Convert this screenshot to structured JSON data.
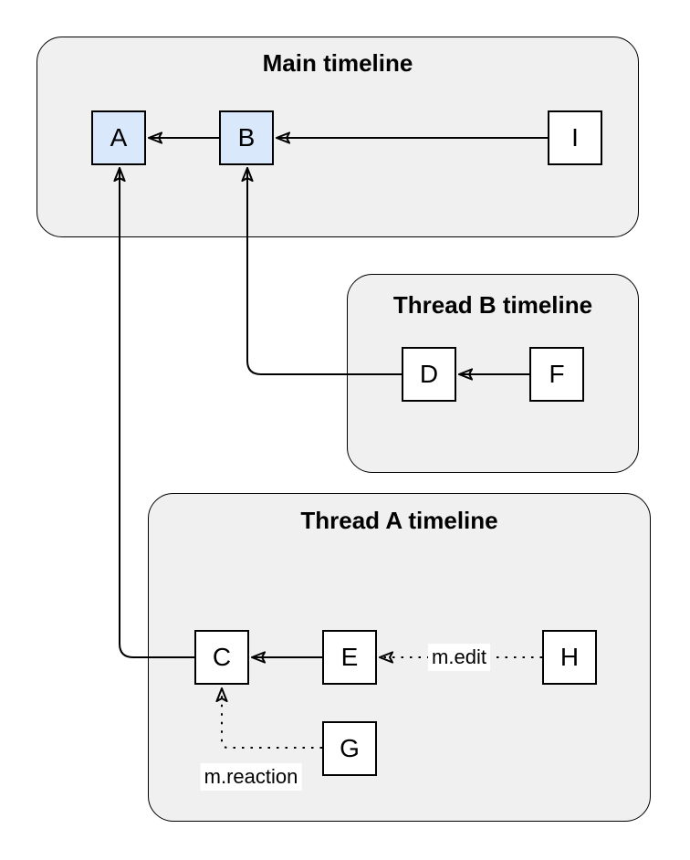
{
  "containers": {
    "main": {
      "title": "Main timeline"
    },
    "thread_b": {
      "title": "Thread B timeline"
    },
    "thread_a": {
      "title": "Thread A timeline"
    }
  },
  "nodes": {
    "A": {
      "label": "A"
    },
    "B": {
      "label": "B"
    },
    "I": {
      "label": "I"
    },
    "D": {
      "label": "D"
    },
    "F": {
      "label": "F"
    },
    "C": {
      "label": "C"
    },
    "E": {
      "label": "E"
    },
    "H": {
      "label": "H"
    },
    "G": {
      "label": "G"
    }
  },
  "edge_labels": {
    "edit": {
      "text": "m.edit"
    },
    "reaction": {
      "text": "m.reaction"
    }
  },
  "colors": {
    "highlight_fill": "#dae8fc",
    "container_fill": "#f0f0f0",
    "node_fill": "#ffffff",
    "stroke": "#000000"
  }
}
